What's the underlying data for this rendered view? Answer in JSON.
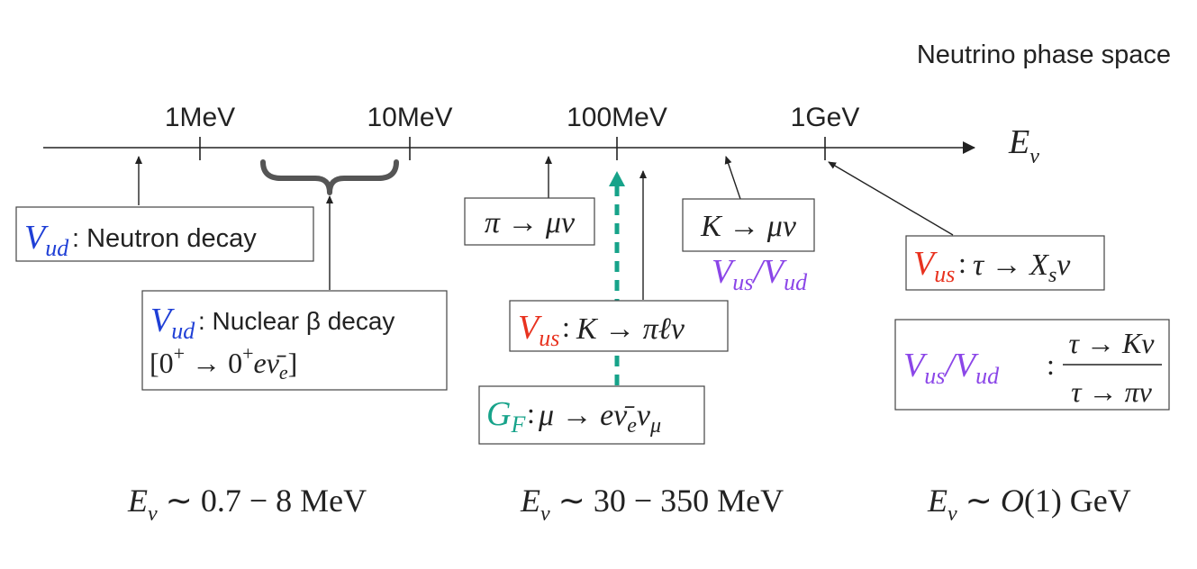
{
  "title": "Neutrino phase space",
  "axis": {
    "label_main": "E",
    "label_sub": "ν",
    "ticks": [
      {
        "label": "1MeV"
      },
      {
        "label": "10MeV"
      },
      {
        "label": "100MeV"
      },
      {
        "label": "1GeV"
      }
    ]
  },
  "colors": {
    "ud": "#1f3fd6",
    "us": "#e8321f",
    "ratio": "#8b46e8",
    "gf": "#17a38a",
    "line": "#222222",
    "brace": "#555555"
  },
  "boxes": {
    "neutron": {
      "sym": "V",
      "sub": "ud",
      "text": ": Neutron decay"
    },
    "nuclear": {
      "sym": "V",
      "sub": "ud",
      "text": ": Nuclear β decay",
      "line2_a": "[0",
      "line2_sup1": "+",
      "line2_b": " → 0",
      "line2_sup2": "+",
      "line2_c": "e",
      "line2_d": "ν̄",
      "line2_sub": "e",
      "line2_e": "]"
    },
    "pion": {
      "text": "π → μν"
    },
    "kaon": {
      "text": "K → μν"
    },
    "kaon_ratio": {
      "v1": "V",
      "sub1": "us",
      "slash": "/",
      "v2": "V",
      "sub2": "ud"
    },
    "kl3": {
      "sym": "V",
      "sub": "us",
      "colon": ":",
      "text": "K → πℓν"
    },
    "muon": {
      "sym": "G",
      "sub": "F",
      "colon": ":",
      "text_a": "μ → e",
      "text_b": "ν̄",
      "sub_e": "e",
      "text_c": "ν",
      "sub_mu": "μ"
    },
    "tau_xs": {
      "sym": "V",
      "sub": "us",
      "colon": ":",
      "text_a": "τ → X",
      "sub_s": "s",
      "text_b": "ν"
    },
    "tau_ratio": {
      "v1": "V",
      "sub1": "us",
      "slash": "/",
      "v2": "V",
      "sub2": "ud",
      "colon": ":",
      "num": "τ → Kν",
      "den": "τ → πν"
    }
  },
  "ranges": [
    {
      "pre": "E",
      "sub": "ν",
      "text": " ∼ 0.7 − 8 MeV"
    },
    {
      "pre": "E",
      "sub": "ν",
      "text": " ∼ 30 − 350 MeV"
    },
    {
      "pre": "E",
      "sub": "ν",
      "text_a": " ∼ ",
      "text_b": "O",
      "text_c": "(1) GeV"
    }
  ]
}
